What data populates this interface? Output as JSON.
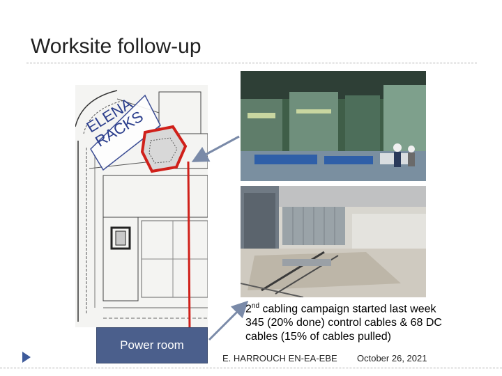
{
  "slide": {
    "title": "Worksite follow-up",
    "plan": {
      "label_line1": "ELENA",
      "label_line2": "RACKS"
    },
    "power_room_label": "Power room",
    "campaign": {
      "ordinal_number": "2",
      "ordinal_suffix": "nd",
      "line1_rest": " cabling campaign started last week",
      "line2": "345 (20% done) control cables & 68 DC",
      "line3": "cables (15% of cables pulled)"
    },
    "footer": {
      "author": "E. HARROUCH EN-EA-EBE",
      "date": "October 26, 2021"
    },
    "colors": {
      "accent_blue": "#2a3d8c",
      "power_box": "#4b5f8c",
      "route_red": "#d0201a",
      "arrow_gray": "#7a8aa8"
    },
    "icons": {
      "bullet": "play-triangle-icon"
    }
  }
}
